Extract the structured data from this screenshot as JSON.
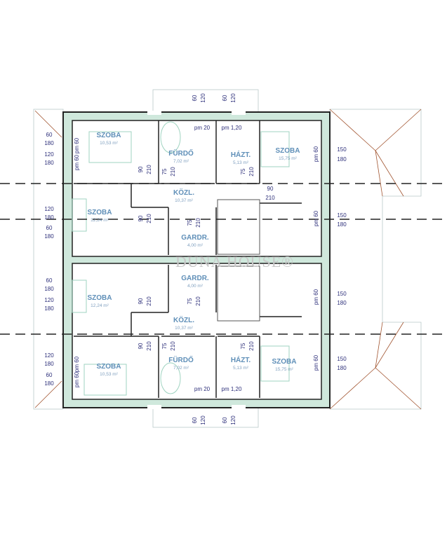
{
  "watermark": "DUNA HOUSE®",
  "rooms": [
    {
      "name": "SZOBA",
      "area": "10,53 m²"
    },
    {
      "name": "FÜRDŐ",
      "area": "7,02 m²"
    },
    {
      "name": "HÁZT.",
      "area": "5,13 m²"
    },
    {
      "name": "SZOBA",
      "area": "15,75 m²"
    },
    {
      "name": "SZOBA",
      "area": "12,24 m²"
    },
    {
      "name": "KÖZL.",
      "area": "10,37 m²"
    },
    {
      "name": "GARDR.",
      "area": "4,00 m²"
    },
    {
      "name": "GARDR.",
      "area": "4,00 m²"
    },
    {
      "name": "SZOBA",
      "area": "12,24 m²"
    },
    {
      "name": "KÖZL.",
      "area": "10,37 m²"
    },
    {
      "name": "FÜRDŐ",
      "area": "7,02 m²"
    },
    {
      "name": "HÁZT.",
      "area": "5,13 m²"
    },
    {
      "name": "SZOBA",
      "area": "10,53 m²"
    },
    {
      "name": "SZOBA",
      "area": "15,75 m²"
    }
  ],
  "dimensions": {
    "window_sill": "60",
    "window_height_180": "180",
    "window_120": "120",
    "window_150": "150",
    "door_90": "90",
    "door_75": "75",
    "door_210": "210",
    "pm60": "pm 60",
    "pm20": "pm   20",
    "pm120": "pm 1,20"
  },
  "colors": {
    "wall": "#222222",
    "wall_fill": "#cfe8dc",
    "furniture": "#9fd3c0",
    "dim_line": "#2d2f7a",
    "roof": "#a0522d"
  }
}
